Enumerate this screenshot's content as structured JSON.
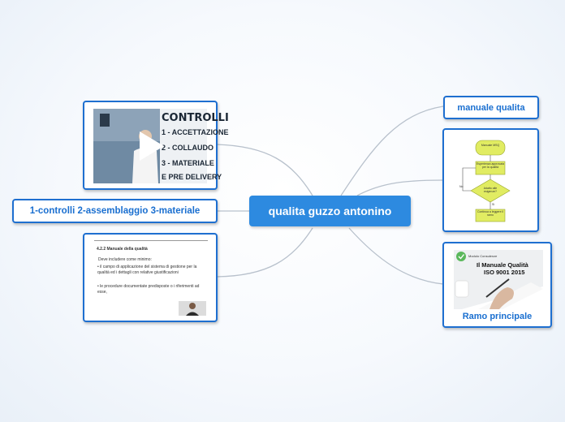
{
  "central": {
    "label": "qualita guzzo antonino"
  },
  "left_nodes": {
    "video": {
      "heading": "CONTROLLI",
      "lines": [
        "1 - ACCETTAZIONE",
        "2 - COLLAUDO",
        "3 - MATERIALE",
        "E PRE DELIVERY"
      ]
    },
    "text_node": {
      "label": "1-controlli 2-assemblaggio 3-materiale"
    },
    "document": {
      "title": "4.2.2 Manuale della qualità",
      "intro": "Deve includere come minimo:",
      "bullet1": "il campo di applicazione del sistema di gestione per la qualità ed i dettagli con relative giustificazioni",
      "bullet2": "le procedure documentate predisposte o i riferimenti ad esse,"
    }
  },
  "right_nodes": {
    "manuale": {
      "label": "manuale qualita"
    },
    "flowchart": {
      "box1": "Manuale MSQ",
      "box2": "Esperienza approvata per la qualità",
      "diamond": "Adatto alle esigenze?",
      "box3": "Continua a leggere il ramo",
      "yes": "Sì",
      "no": "No"
    },
    "ramo": {
      "image_caption": "Modulo Consulenze",
      "image_title_1": "Il Manuale Qualità",
      "image_title_2": "ISO 9001 2015",
      "label": "Ramo principale"
    }
  },
  "colors": {
    "accent": "#1e6fd0",
    "central_bg": "#2d8ae0",
    "connector": "#b8c1cc"
  }
}
